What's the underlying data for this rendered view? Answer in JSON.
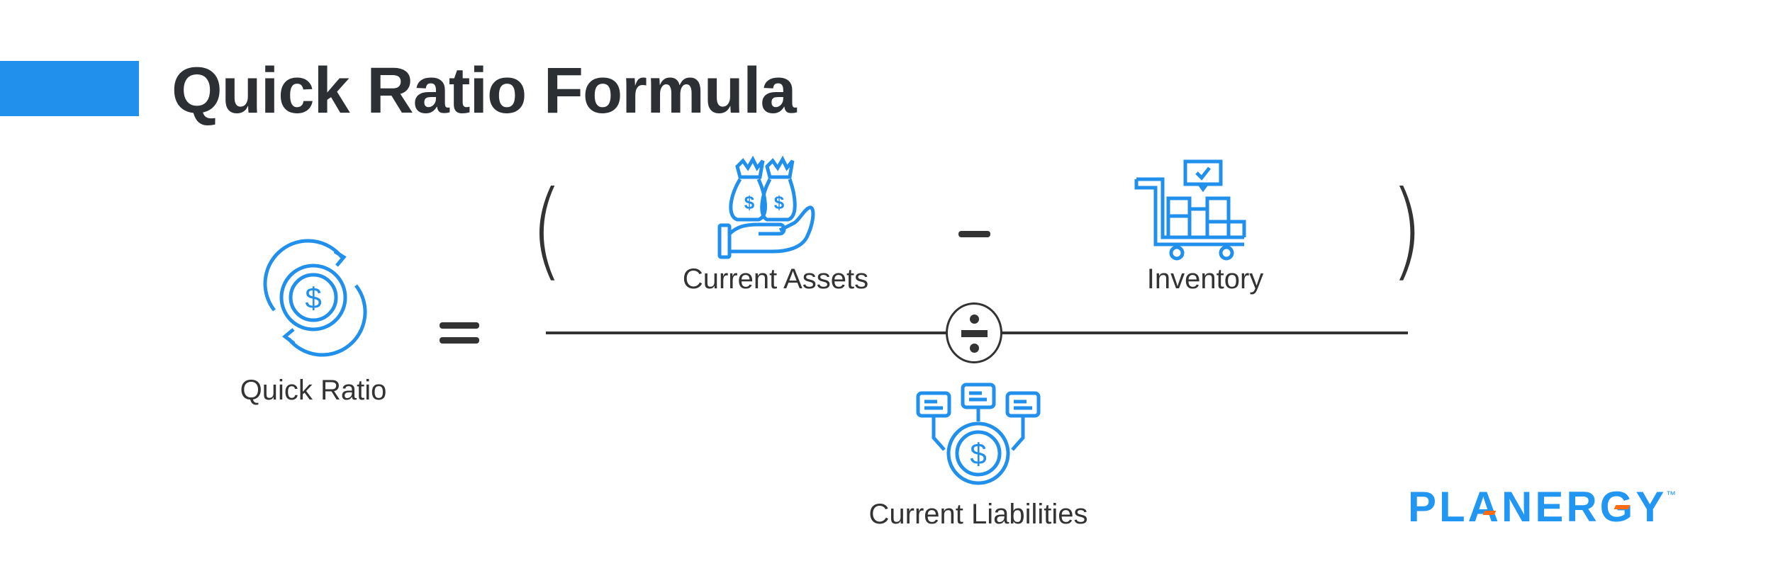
{
  "title": "Quick Ratio Formula",
  "colors": {
    "accent": "#218fec",
    "text": "#333333",
    "logo_orange": "#ff6a13"
  },
  "formula": {
    "result": {
      "label": "Quick Ratio",
      "icon": "dollar-cycle-icon"
    },
    "equals": "=",
    "numerator": [
      {
        "label": "Current Assets",
        "icon": "money-bags-hand-icon"
      },
      {
        "operator": "−"
      },
      {
        "label": "Inventory",
        "icon": "inventory-cart-icon"
      }
    ],
    "divide_operator": "÷",
    "denominator": {
      "label": "Current Liabilities",
      "icon": "liabilities-network-icon"
    }
  },
  "logo": {
    "text": "PLANERGY",
    "trademark": "™"
  }
}
